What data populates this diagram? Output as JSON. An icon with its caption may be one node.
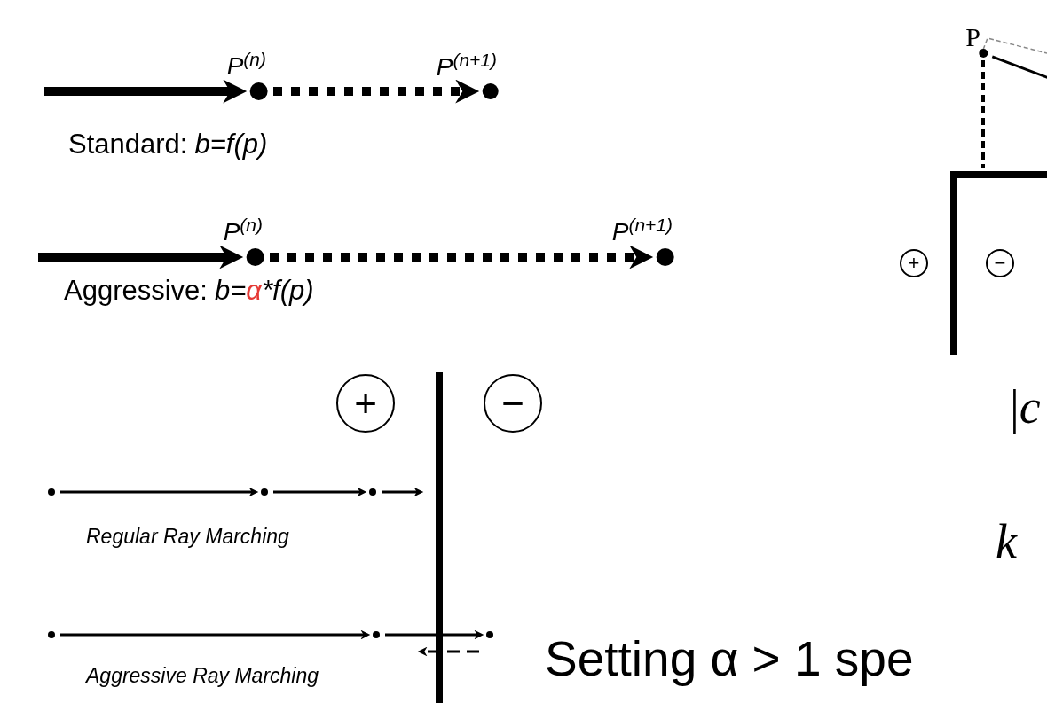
{
  "diagram": {
    "nodes": [
      {
        "text": [
          "P$^{(n)}$"
        ]
      },
      {
        "text": [
          "P$^{(n+1)}$"
        ]
      },
      {
        "text": [
          "P$^{(n)}$"
        ]
      },
      {
        "text": [
          "P$^{(n+1)}$"
        ]
      },
      {
        "text": [],
        "shape": "circle"
      },
      {
        "text": [],
        "shape": "circle"
      },
      {
        "text": [],
        "shape": "circle"
      },
      {
        "text": [],
        "shape": "circle"
      },
      {
        "text": [],
        "shape": "circle"
      },
      {
        "text": [],
        "shape": "circle"
      },
      {
        "text": [
          "P"
        ]
      }
    ],
    "edges": [
      {
        "from": null,
        "to": 0,
        "arrow": "to",
        "style": "thick"
      },
      {
        "from": 0,
        "to": 1,
        "arrow": "to",
        "style": "dashed"
      },
      {
        "from": null,
        "to": 2,
        "arrow": "to",
        "style": "thick"
      },
      {
        "from": 2,
        "to": 3,
        "arrow": "to",
        "style": "dashed"
      },
      {
        "from": 4,
        "to": 5,
        "arrow": "to"
      },
      {
        "from": 5,
        "to": 6,
        "arrow": "to"
      },
      {
        "from": 6,
        "to": null,
        "arrow": "to"
      },
      {
        "from": 7,
        "to": 8,
        "arrow": "to"
      },
      {
        "from": 8,
        "to": 9,
        "arrow": "to"
      },
      {
        "from": 9,
        "to": null,
        "arrow": "to",
        "style": "dashed"
      },
      {
        "from": 10,
        "to": null,
        "arrow": "none"
      }
    ],
    "labels": [
      "Standard:",
      "b=f(p)",
      "Aggressive:",
      "b=",
      "α",
      "*f(p)",
      "+",
      "−",
      "Regular Ray Marching",
      "Aggressive Ray Marching",
      "+",
      "−",
      "|*c*",
      "*k*",
      "Setting α > 1 spe"
    ]
  }
}
